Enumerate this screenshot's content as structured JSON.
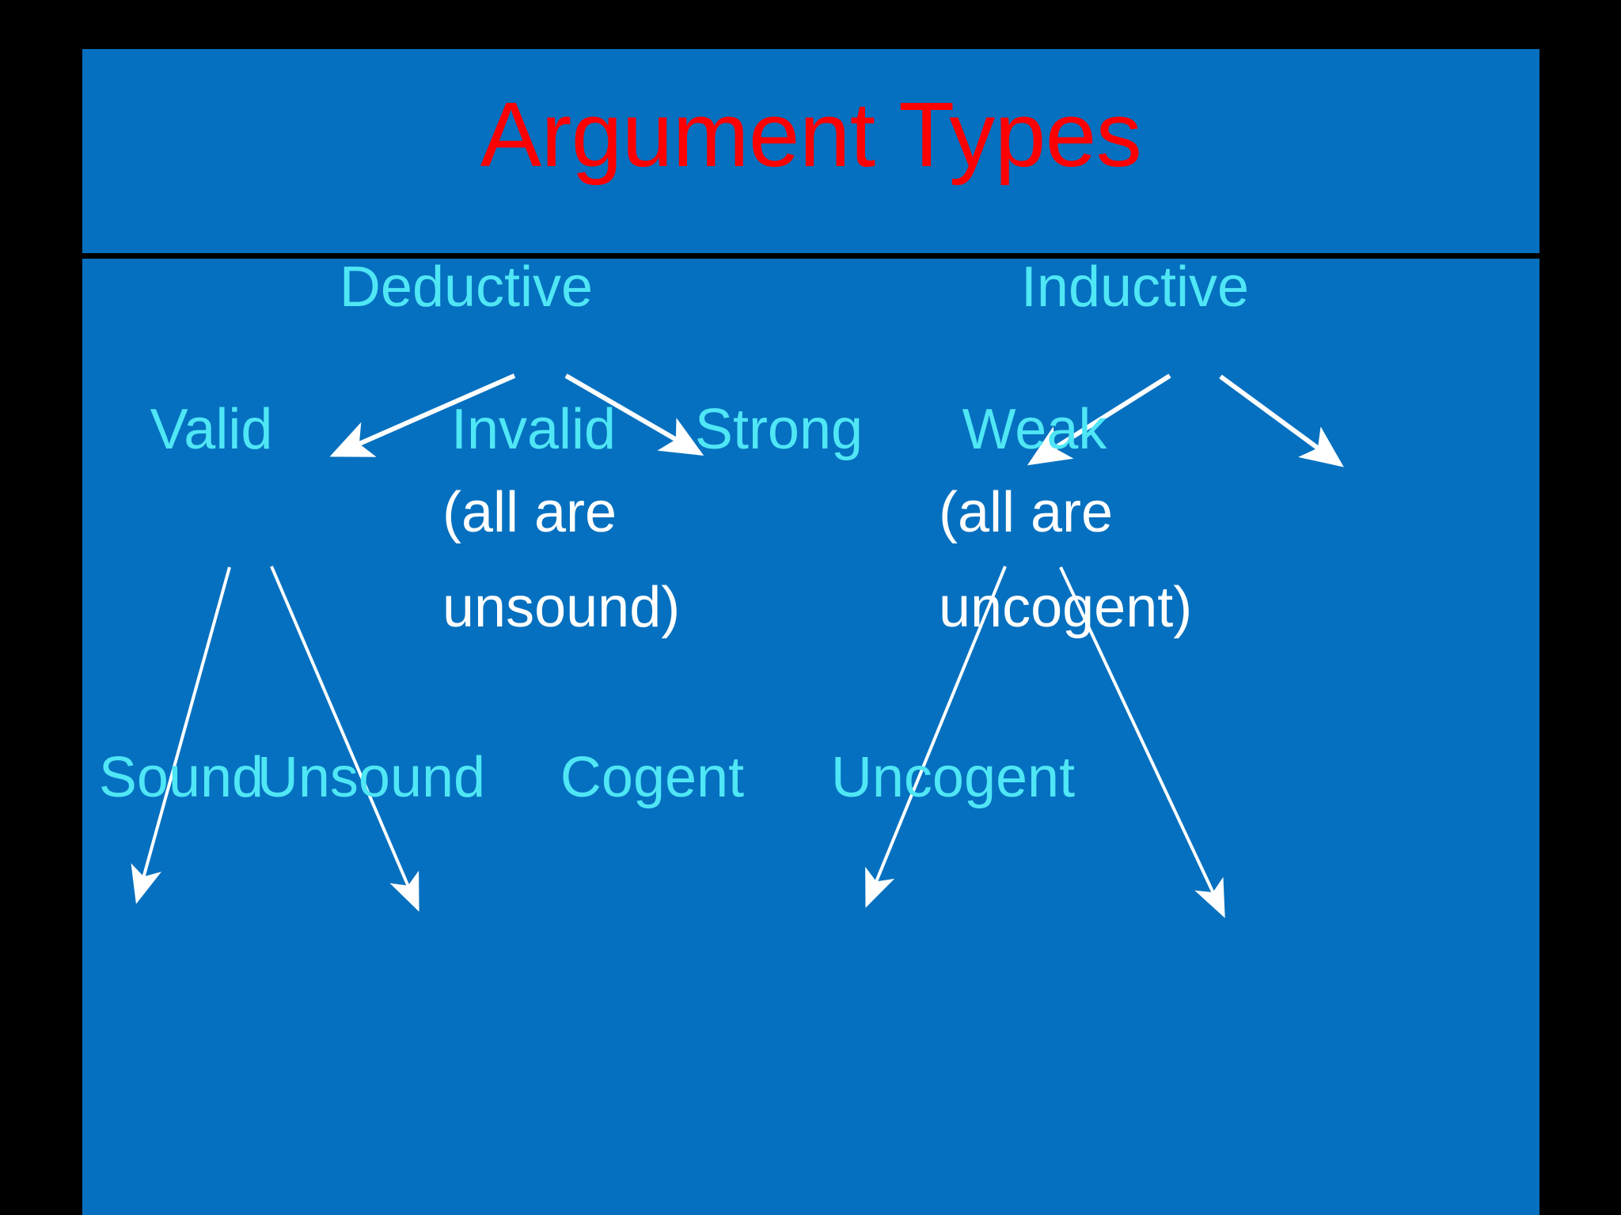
{
  "slide": {
    "title": "Argument Types",
    "background_color": "#0570BF",
    "outer_color": "#000000",
    "title_color": "#FF0000",
    "node_color": "#4FE6F5",
    "note_color": "#FFFFFF",
    "divider_color": "#000000"
  },
  "diagram": {
    "type": "tree",
    "levels": [
      {
        "level": 1,
        "nodes": [
          {
            "id": "deductive",
            "label": "Deductive"
          },
          {
            "id": "inductive",
            "label": "Inductive"
          }
        ]
      },
      {
        "level": 2,
        "nodes": [
          {
            "id": "valid",
            "label": "Valid",
            "parent": "deductive"
          },
          {
            "id": "invalid",
            "label": "Invalid",
            "parent": "deductive",
            "note": "(all are unsound)"
          },
          {
            "id": "strong",
            "label": "Strong",
            "parent": "inductive"
          },
          {
            "id": "weak",
            "label": "Weak",
            "parent": "inductive",
            "note": "(all are uncogent)"
          }
        ]
      },
      {
        "level": 3,
        "nodes": [
          {
            "id": "sound",
            "label": "Sound",
            "parent": "valid"
          },
          {
            "id": "unsound",
            "label": "Unsound",
            "parent": "valid"
          },
          {
            "id": "cogent",
            "label": "Cogent",
            "parent": "strong"
          },
          {
            "id": "uncogent",
            "label": "Uncogent",
            "parent": "strong"
          }
        ]
      }
    ],
    "notes": {
      "invalid_line1": "(all are",
      "invalid_line2": "unsound)",
      "weak_line1": "(all are",
      "weak_line2": "uncogent)"
    },
    "arrows": [
      {
        "from": "deductive",
        "to": "valid"
      },
      {
        "from": "deductive",
        "to": "invalid"
      },
      {
        "from": "inductive",
        "to": "strong"
      },
      {
        "from": "inductive",
        "to": "weak"
      },
      {
        "from": "valid",
        "to": "sound"
      },
      {
        "from": "valid",
        "to": "unsound"
      },
      {
        "from": "strong",
        "to": "cogent"
      },
      {
        "from": "strong",
        "to": "uncogent"
      }
    ]
  }
}
